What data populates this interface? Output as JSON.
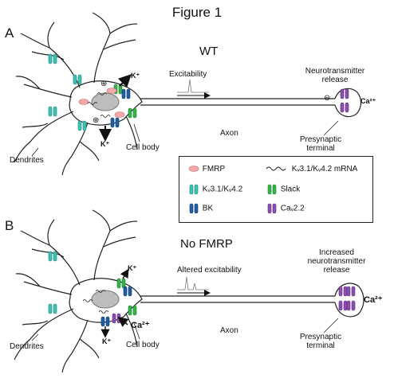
{
  "figure": {
    "title": "Figure 1"
  },
  "panels": [
    {
      "label": "A",
      "condition": "WT",
      "excitability": "Excitability",
      "transmitter": [
        "Neurotransmitter",
        "release"
      ],
      "axon": "Axon",
      "cell_body": "Cell body",
      "dendrites": "Dendrites",
      "terminal": [
        "Presynaptic",
        "terminal"
      ],
      "ions": {
        "k_top": "K⁺",
        "k_bottom": "K⁺",
        "ca_terminal": "Ca²⁺"
      },
      "signs": {
        "plus_top": "⊕",
        "plus_bottom": "⊕",
        "minus": "⊖"
      }
    },
    {
      "label": "B",
      "condition": "No FMRP",
      "excitability": "Altered excitability",
      "transmitter": [
        "Increased",
        "neurotransmitter",
        "release"
      ],
      "axon": "Axon",
      "cell_body": "Cell body",
      "dendrites": "Dendrites",
      "terminal": [
        "Presynaptic",
        "terminal"
      ],
      "ions": {
        "k_top": "K⁺",
        "k_bottom": "K⁺",
        "ca_soma": "Ca²⁺",
        "ca_terminal": "Ca²⁺"
      }
    }
  ],
  "legend": [
    {
      "icon": "fmrp-icon",
      "label": "FMRP",
      "color": "#f4a8a8"
    },
    {
      "icon": "mrna-icon",
      "label": "Kᵥ3.1/Kᵥ4.2 mRNA",
      "color": "#222222"
    },
    {
      "icon": "kv-channel-icon",
      "label": "Kᵥ3.1/Kᵥ4.2",
      "color": "#3cc3b4"
    },
    {
      "icon": "slack-channel-icon",
      "label": "Slack",
      "color": "#33b54a"
    },
    {
      "icon": "bk-channel-icon",
      "label": "BK",
      "color": "#1f5fa8"
    },
    {
      "icon": "cav-channel-icon",
      "label": "Caᵥ2.2",
      "color": "#8a4fb0"
    }
  ]
}
